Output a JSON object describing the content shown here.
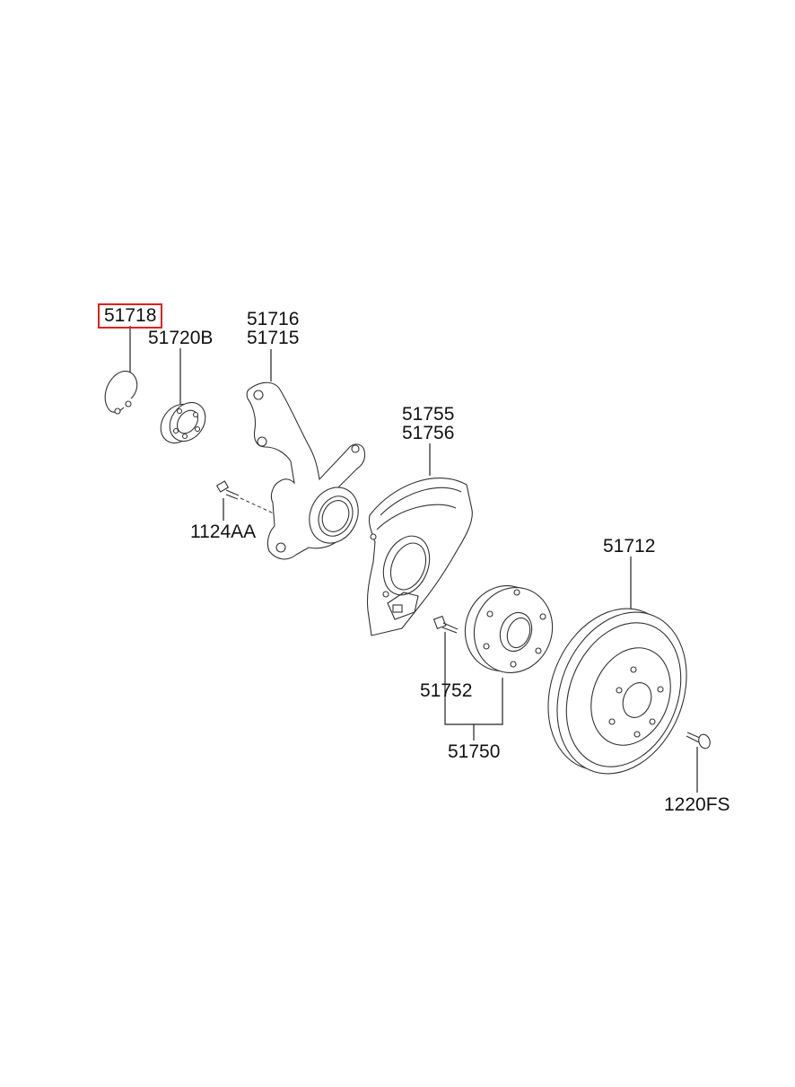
{
  "labels": {
    "circlip": "51718",
    "bearing": "51720B",
    "knuckle_a": "51716",
    "knuckle_b": "51715",
    "shield_a": "51755",
    "shield_b": "51756",
    "knuckle_bolt": "1124AA",
    "disc": "51712",
    "hub_bolt": "51752",
    "hub_assy": "51750",
    "disc_screw": "1220FS"
  },
  "highlight": {
    "part": "51718",
    "color": "#e02020"
  }
}
